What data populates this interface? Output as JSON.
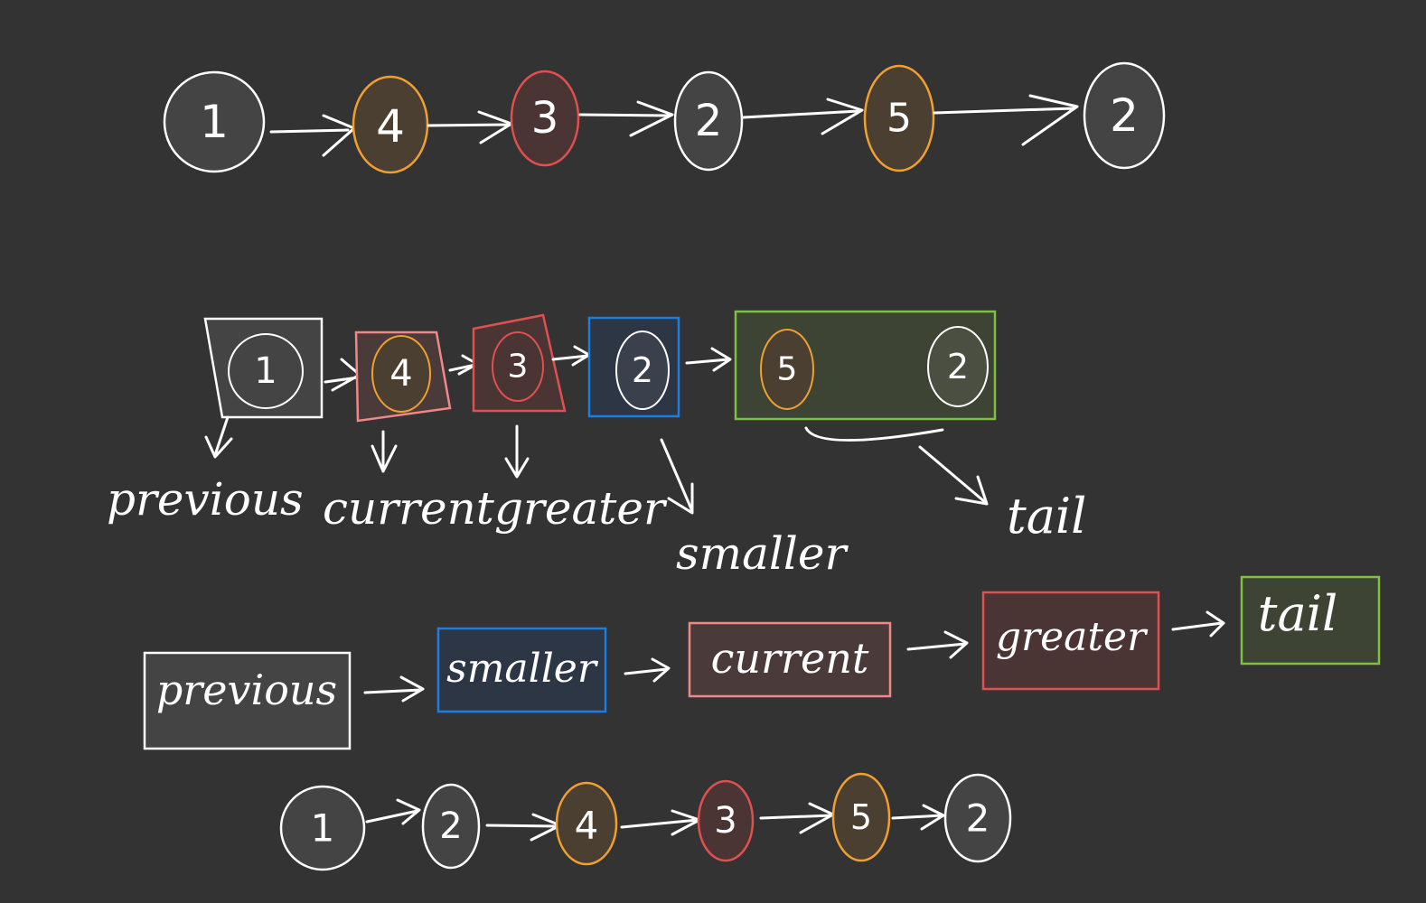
{
  "colors": {
    "background": "#333333",
    "white": "#ffffff",
    "orange": "#f0a030",
    "red": "#e05050",
    "pink": "#f08888",
    "blue": "#1e7de0",
    "green": "#7ec040",
    "node_fill_gray": "#444444",
    "node_fill_orange": "#4a3f30",
    "node_fill_red": "#4a3434",
    "node_fill_blue": "#2c3644",
    "node_fill_green": "#3d4433"
  },
  "row1": {
    "nodes": [
      "1",
      "4",
      "3",
      "2",
      "5",
      "2"
    ]
  },
  "row2": {
    "nodes": [
      "1",
      "4",
      "3",
      "2",
      "5",
      "2"
    ],
    "labels": {
      "previous": "previous",
      "current": "current",
      "greater": "greater",
      "smaller": "smaller",
      "tail": "tail"
    }
  },
  "row3": {
    "boxes": [
      "previous",
      "smaller",
      "current",
      "greater",
      "tail"
    ]
  },
  "row4": {
    "nodes": [
      "1",
      "2",
      "4",
      "3",
      "5",
      "2"
    ]
  }
}
